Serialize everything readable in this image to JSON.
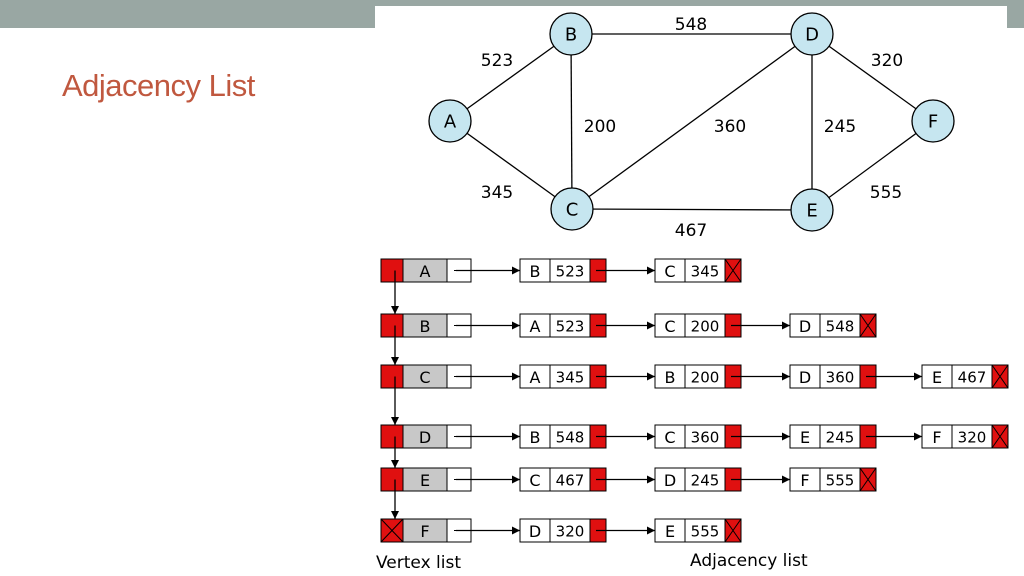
{
  "slide": {
    "title": "Adjacency List"
  },
  "colors": {
    "node_fill": "#c6e6f0",
    "pointer_fill": "#e01010",
    "vertex_label_fill": "#c8c8c8",
    "title_color": "#c0583f",
    "top_bar": "#99a7a3"
  },
  "graph": {
    "nodes": [
      "A",
      "B",
      "C",
      "D",
      "E",
      "F"
    ],
    "edges": [
      {
        "from": "A",
        "to": "B",
        "weight": "523"
      },
      {
        "from": "A",
        "to": "C",
        "weight": "345"
      },
      {
        "from": "B",
        "to": "C",
        "weight": "200"
      },
      {
        "from": "B",
        "to": "D",
        "weight": "548"
      },
      {
        "from": "C",
        "to": "D",
        "weight": "360"
      },
      {
        "from": "C",
        "to": "E",
        "weight": "467"
      },
      {
        "from": "D",
        "to": "E",
        "weight": "245"
      },
      {
        "from": "D",
        "to": "F",
        "weight": "320"
      },
      {
        "from": "E",
        "to": "F",
        "weight": "555"
      }
    ]
  },
  "lists": {
    "rows": [
      {
        "vertex": "A",
        "adjacent": [
          {
            "vertex": "B",
            "weight": "523"
          },
          {
            "vertex": "C",
            "weight": "345"
          }
        ]
      },
      {
        "vertex": "B",
        "adjacent": [
          {
            "vertex": "A",
            "weight": "523"
          },
          {
            "vertex": "C",
            "weight": "200"
          },
          {
            "vertex": "D",
            "weight": "548"
          }
        ]
      },
      {
        "vertex": "C",
        "adjacent": [
          {
            "vertex": "A",
            "weight": "345"
          },
          {
            "vertex": "B",
            "weight": "200"
          },
          {
            "vertex": "D",
            "weight": "360"
          },
          {
            "vertex": "E",
            "weight": "467"
          }
        ]
      },
      {
        "vertex": "D",
        "adjacent": [
          {
            "vertex": "B",
            "weight": "548"
          },
          {
            "vertex": "C",
            "weight": "360"
          },
          {
            "vertex": "E",
            "weight": "245"
          },
          {
            "vertex": "F",
            "weight": "320"
          }
        ]
      },
      {
        "vertex": "E",
        "adjacent": [
          {
            "vertex": "C",
            "weight": "467"
          },
          {
            "vertex": "D",
            "weight": "245"
          },
          {
            "vertex": "F",
            "weight": "555"
          }
        ]
      },
      {
        "vertex": "F",
        "adjacent": [
          {
            "vertex": "D",
            "weight": "320"
          },
          {
            "vertex": "E",
            "weight": "555"
          }
        ]
      }
    ],
    "vertex_list_label": "Vertex list",
    "adjacency_list_label": "Adjacency list"
  }
}
